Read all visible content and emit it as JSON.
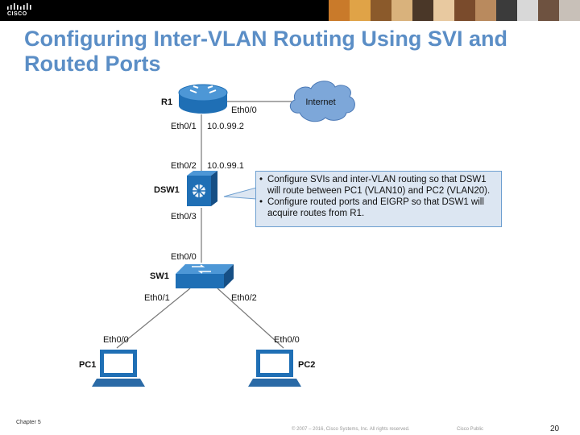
{
  "banner": {
    "logo_text": "CISCO",
    "photo_colors": [
      "#c97a2a",
      "#e0a347",
      "#8b5a2b",
      "#d9b27c",
      "#4a3728",
      "#e8c9a0",
      "#7a4b2c",
      "#b98a5e",
      "#3b3b3b",
      "#d8d8d8",
      "#6e5240",
      "#c8c0b8"
    ]
  },
  "slide": {
    "title": "Configuring Inter-VLAN Routing Using SVI and Routed Ports"
  },
  "diagram": {
    "devices": {
      "r1": "R1",
      "dsw1": "DSW1",
      "sw1": "SW1",
      "pc1": "PC1",
      "pc2": "PC2",
      "internet": "Internet"
    },
    "ports": {
      "r1_eth0_0": "Eth0/0",
      "r1_eth0_1": "Eth0/1",
      "r1_ip": "10.0.99.2",
      "dsw1_eth0_2": "Eth0/2",
      "dsw1_ip": "10.0.99.1",
      "dsw1_eth0_3": "Eth0/3",
      "sw1_eth0_0": "Eth0/0",
      "sw1_eth0_1": "Eth0/1",
      "sw1_eth0_2": "Eth0/2",
      "pc1_eth0_0": "Eth0/0",
      "pc2_eth0_0": "Eth0/0"
    },
    "callout": {
      "bullets": [
        "Configure SVIs and inter-VLAN routing so that DSW1 will route between PC1 (VLAN10) and PC2 (VLAN20).",
        "Configure routed ports and EIGRP so that DSW1 will acquire routes from R1."
      ]
    },
    "colors": {
      "device_blue": "#1f6fb5",
      "device_top": "#4d97d6",
      "cloud": "#7da7d9",
      "link": "#777777"
    }
  },
  "footer": {
    "chapter": "Chapter 5",
    "copyright": "© 2007 – 2016, Cisco Systems, Inc. All rights reserved.",
    "classification": "Cisco Public",
    "page": "20"
  }
}
